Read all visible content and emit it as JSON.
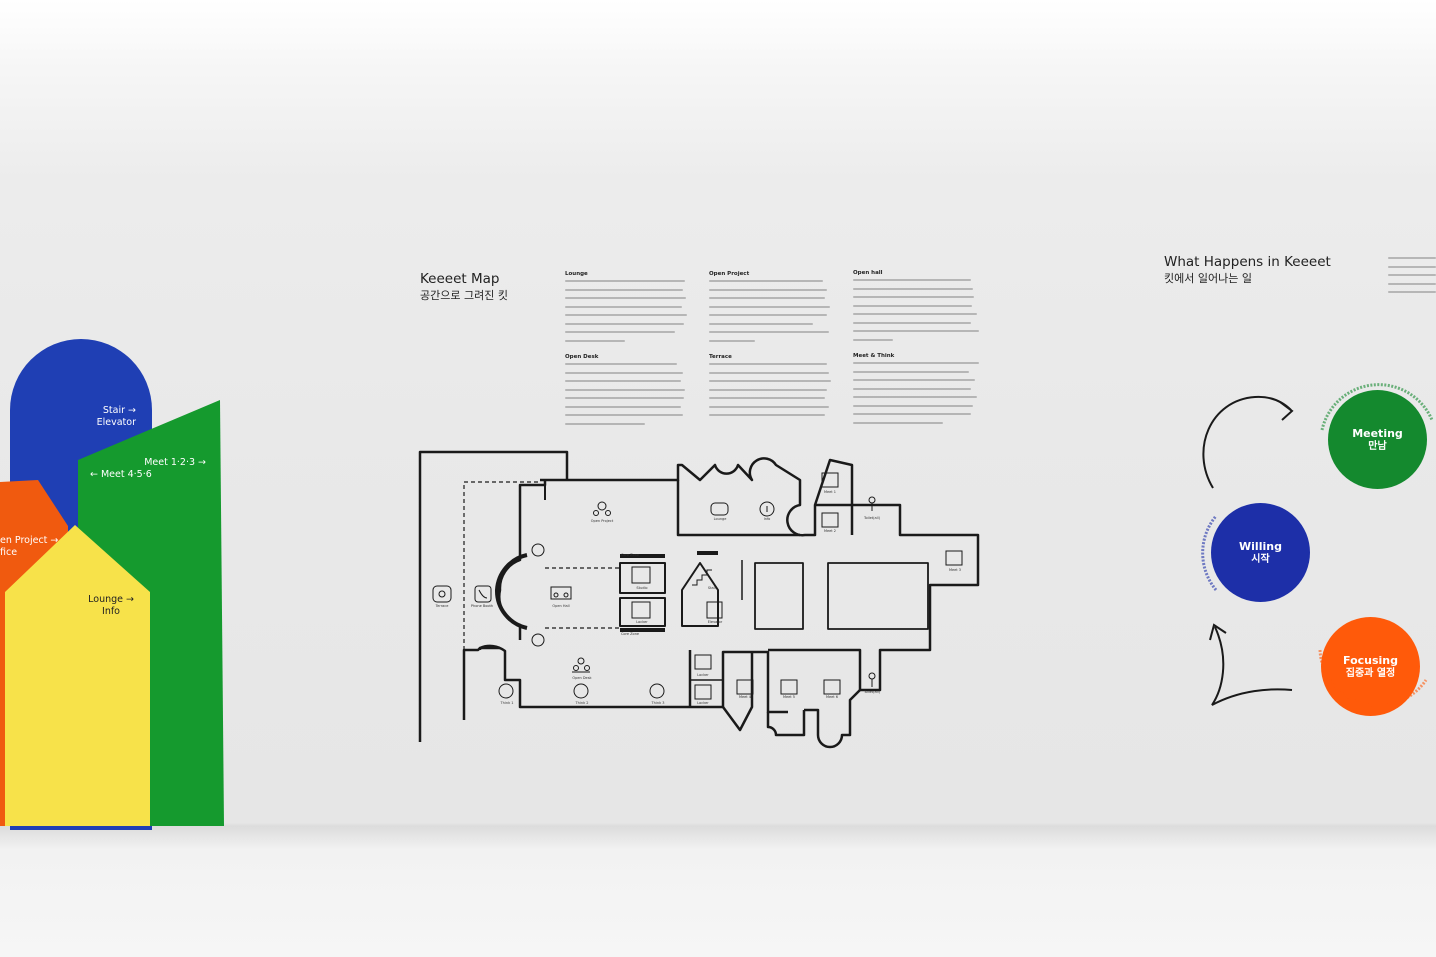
{
  "signs": {
    "stair_elevator": {
      "line1": "Stair →",
      "line2": "Elevator",
      "color": "#1f3fb4"
    },
    "meet": {
      "line1": "Meet 1·2·3 →",
      "line2": "← Meet 4·5·6",
      "color": "#159a2e"
    },
    "open_project": {
      "line1": "en Project →",
      "line2": "fice",
      "color": "#f05a0f"
    },
    "lounge_info": {
      "line1": "Lounge →",
      "line2": "Info",
      "color": "#f7e24a"
    }
  },
  "map": {
    "title": "Keeeet Map",
    "subtitle": "공간으로 그려진 킷",
    "blocks": [
      {
        "heading": "Lounge"
      },
      {
        "heading": "Open Desk"
      },
      {
        "heading": "Open Project"
      },
      {
        "heading": "Terrace"
      },
      {
        "heading": "Open hall"
      },
      {
        "heading": "Meet & Think"
      }
    ]
  },
  "happens": {
    "title": "What Happens in Keeeet",
    "subtitle": "킷에서 일어나는 일",
    "circles": [
      {
        "en": "Meeting",
        "kr": "만남",
        "color": "#14892e"
      },
      {
        "en": "Willing",
        "kr": "시작",
        "color": "#1d2fa8"
      },
      {
        "en": "Focusing",
        "kr": "집중과 열정",
        "color": "#ff5a0a"
      }
    ]
  }
}
